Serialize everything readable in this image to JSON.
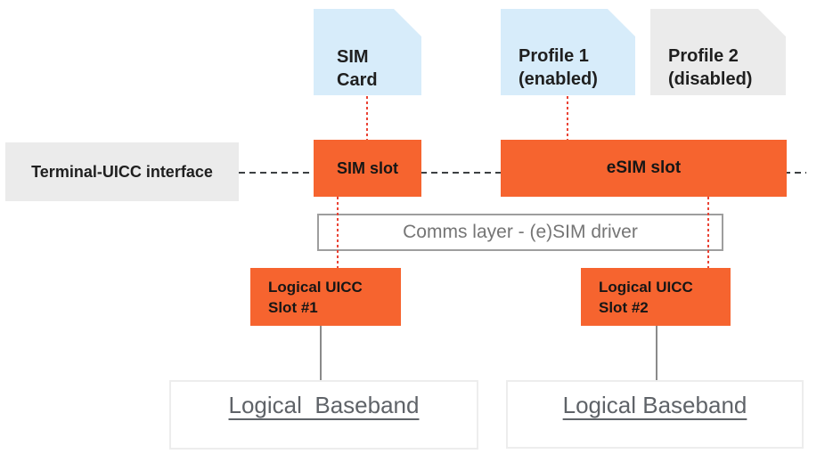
{
  "colors": {
    "orange": "#F6642F",
    "light_blue": "#D7ECFA",
    "light_gray": "#EBEBEB",
    "red_dotted": "#EA4335",
    "dash_line": "#3C4043",
    "connector": "#8A8A8A",
    "comms_border": "#9E9E9E",
    "comms_text": "#757575",
    "baseband_text": "#5F6368",
    "baseband_border": "#EDEDED",
    "text_dark": "#1F1F1F"
  },
  "nodes": {
    "terminal_interface": {
      "label": "Terminal-UICC interface"
    },
    "sim_card": {
      "label": "SIM\nCard"
    },
    "profile1": {
      "label": "Profile 1\n(enabled)"
    },
    "profile2": {
      "label": "Profile 2\n(disabled)"
    },
    "sim_slot": {
      "label": "SIM slot"
    },
    "esim_slot": {
      "label": "eSIM slot"
    },
    "comms_layer": {
      "label": "Comms layer - (e)SIM driver"
    },
    "uicc_slot1": {
      "label": "Logical UICC\nSlot #1"
    },
    "uicc_slot2": {
      "label": "Logical UICC\nSlot #2"
    },
    "baseband1": {
      "label": "Logical  Baseband"
    },
    "baseband2": {
      "label": "Logical Baseband"
    }
  }
}
